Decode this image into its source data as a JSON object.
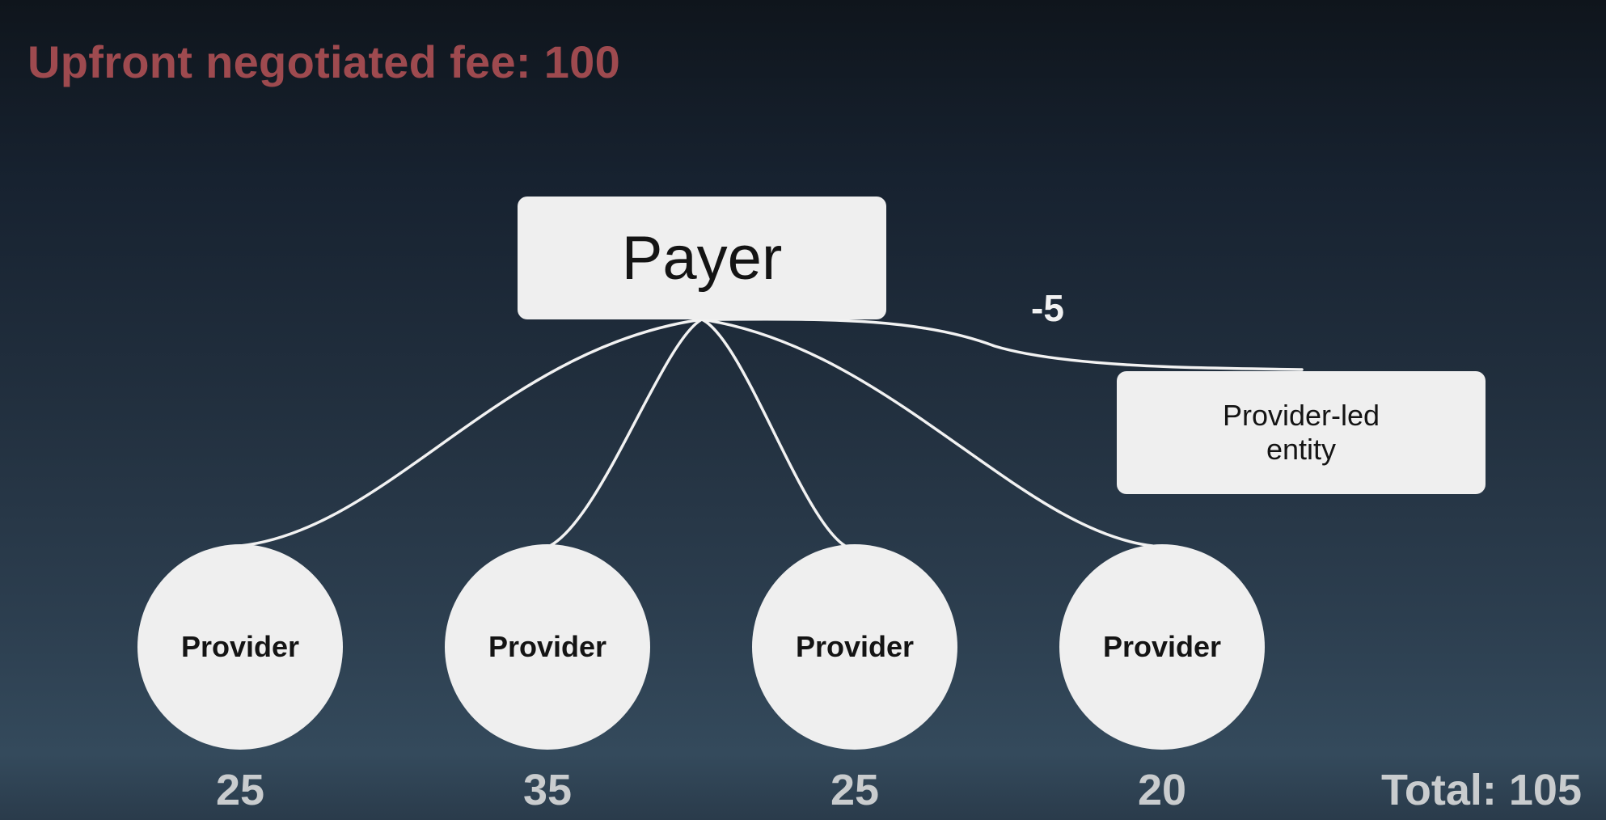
{
  "header": {
    "title": "Upfront negotiated fee: 100"
  },
  "diagram": {
    "payer_label": "Payer",
    "provider_led_label": "Provider-led entity",
    "adjustment_label": "-5",
    "providers": [
      {
        "label": "Provider",
        "amount": "25"
      },
      {
        "label": "Provider",
        "amount": "35"
      },
      {
        "label": "Provider",
        "amount": "25"
      },
      {
        "label": "Provider",
        "amount": "20"
      }
    ],
    "total_label": "Total: 105"
  }
}
